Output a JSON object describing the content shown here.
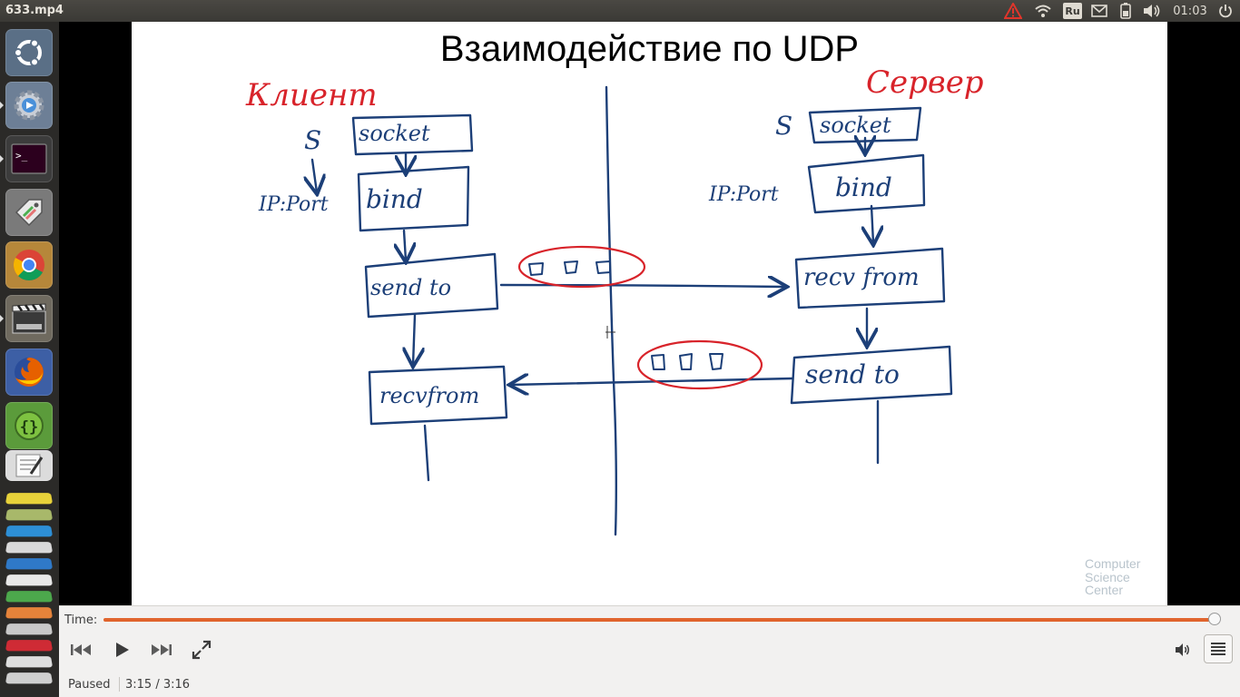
{
  "window": {
    "title": "633.mp4"
  },
  "tray": {
    "keyboard_layout": "Ru",
    "clock": "01:03",
    "icons": [
      "warning-icon",
      "wifi-icon",
      "keyboard-layout-indicator",
      "mail-icon",
      "battery-icon",
      "volume-icon",
      "power-icon"
    ],
    "warning_color": "#e0352b"
  },
  "launcher": {
    "items": [
      {
        "name": "ubuntu-dash-icon",
        "color": "#5a6f86"
      },
      {
        "name": "system-settings-icon",
        "color": "#6d7f96"
      },
      {
        "name": "terminal-icon",
        "color": "#3c3c3c"
      },
      {
        "name": "tag-icon",
        "color": "#7a7a7a"
      },
      {
        "name": "chrome-icon",
        "color": "#b6873a"
      },
      {
        "name": "video-player-icon",
        "color": "#6f6a5f"
      },
      {
        "name": "firefox-icon",
        "color": "#3d5fa5"
      },
      {
        "name": "code-editor-icon",
        "color": "#5b9b3b"
      },
      {
        "name": "text-editor-icon",
        "color": "#dcdcdc"
      }
    ]
  },
  "slide": {
    "title": "Взаимодействие по UDP",
    "client_label": "Клиент",
    "server_label": "Сервер",
    "client": {
      "s_label": "S",
      "addr_label": "IP:Port",
      "boxes": [
        "socket",
        "bind",
        "send to",
        "recvfrom"
      ]
    },
    "server": {
      "s_label": "S",
      "addr_label": "IP:Port",
      "boxes": [
        "socket",
        "bind",
        "recv from",
        "send to"
      ]
    },
    "logo_lines": [
      "Computer",
      "Science",
      "Center"
    ],
    "ink_color": "#1c3f78",
    "red_ink_color": "#d8232a"
  },
  "player": {
    "time_label": "Time:",
    "progress": 0.995,
    "status": "Paused",
    "position": "3:15 / 3:16",
    "accent_color": "#e0642d"
  }
}
